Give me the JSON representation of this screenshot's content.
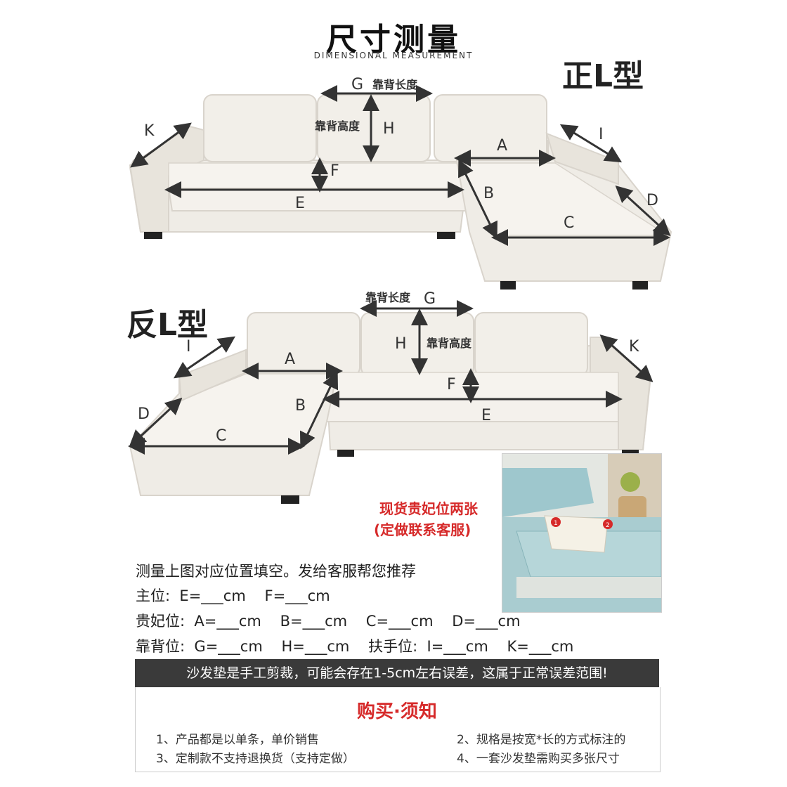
{
  "header": {
    "title": "尺寸测量",
    "subtitle": "DIMENSIONAL MEASUREMENT"
  },
  "diagram_top": {
    "type_label": "正L型",
    "labels": {
      "G": "G",
      "G_cn": "靠背长度",
      "H": "H",
      "H_cn": "靠背高度",
      "K": "K",
      "I": "I",
      "A": "A",
      "F": "F",
      "E": "E",
      "B": "B",
      "C": "C",
      "D": "D"
    }
  },
  "diagram_bottom": {
    "type_label": "反L型",
    "labels": {
      "G": "G",
      "G_cn": "靠背长度",
      "H": "H",
      "H_cn": "靠背高度",
      "K": "K",
      "I": "I",
      "A": "A",
      "F": "F",
      "E": "E",
      "B": "B",
      "C": "C",
      "D": "D"
    }
  },
  "promo": {
    "line1": "现货贵妃位两张",
    "line2": "(定做联系客服)",
    "badge1": "1",
    "badge2": "2"
  },
  "form": {
    "intro": "测量上图对应位置填空。发给客服帮您推荐",
    "main_seat": "主位:  E=___cm    F=___cm",
    "chaise": "贵妃位:  A=___cm    B=___cm    C=___cm    D=___cm",
    "back_arm": "靠背位:  G=___cm    H=___cm    扶手位:  I=___cm    K=___cm"
  },
  "banner": {
    "text": "沙发垫是手工剪裁，可能会存在1-5cm左右误差，这属于正常误差范围!"
  },
  "notice": {
    "title": "购买·须知",
    "items": [
      "1、产品都是以单条，单价销售",
      "2、规格是按宽*长的方式标注的",
      "3、定制款不支持退换货（支持定做）",
      "4、一套沙发垫需购买多张尺寸"
    ]
  },
  "colors": {
    "sofa_fill": "#efece6",
    "sofa_shadow": "#d9d4cc",
    "accent_red": "#d62a2a",
    "banner_bg": "#3a3a3a",
    "cushion_blue": "#9ec7cd"
  }
}
